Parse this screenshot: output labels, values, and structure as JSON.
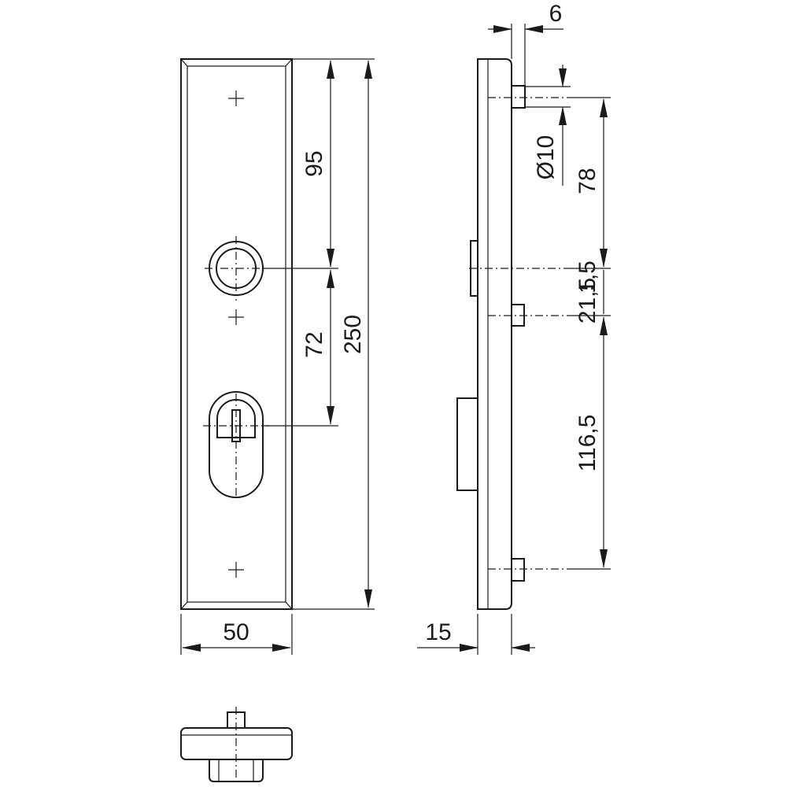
{
  "drawing": {
    "dimensions": {
      "width": "50",
      "height_total": "250",
      "spindle_to_top": "95",
      "center_distance": "72",
      "thickness": "15",
      "pin_length": "6",
      "pin_diameter": "Ø10",
      "pin_to_spindle": "78",
      "spindle_offset": "1,5",
      "spindle_to_mid_pin": "21,5",
      "mid_pin_to_bottom_pin": "116,5"
    },
    "line_color": "#1a1a1a"
  }
}
